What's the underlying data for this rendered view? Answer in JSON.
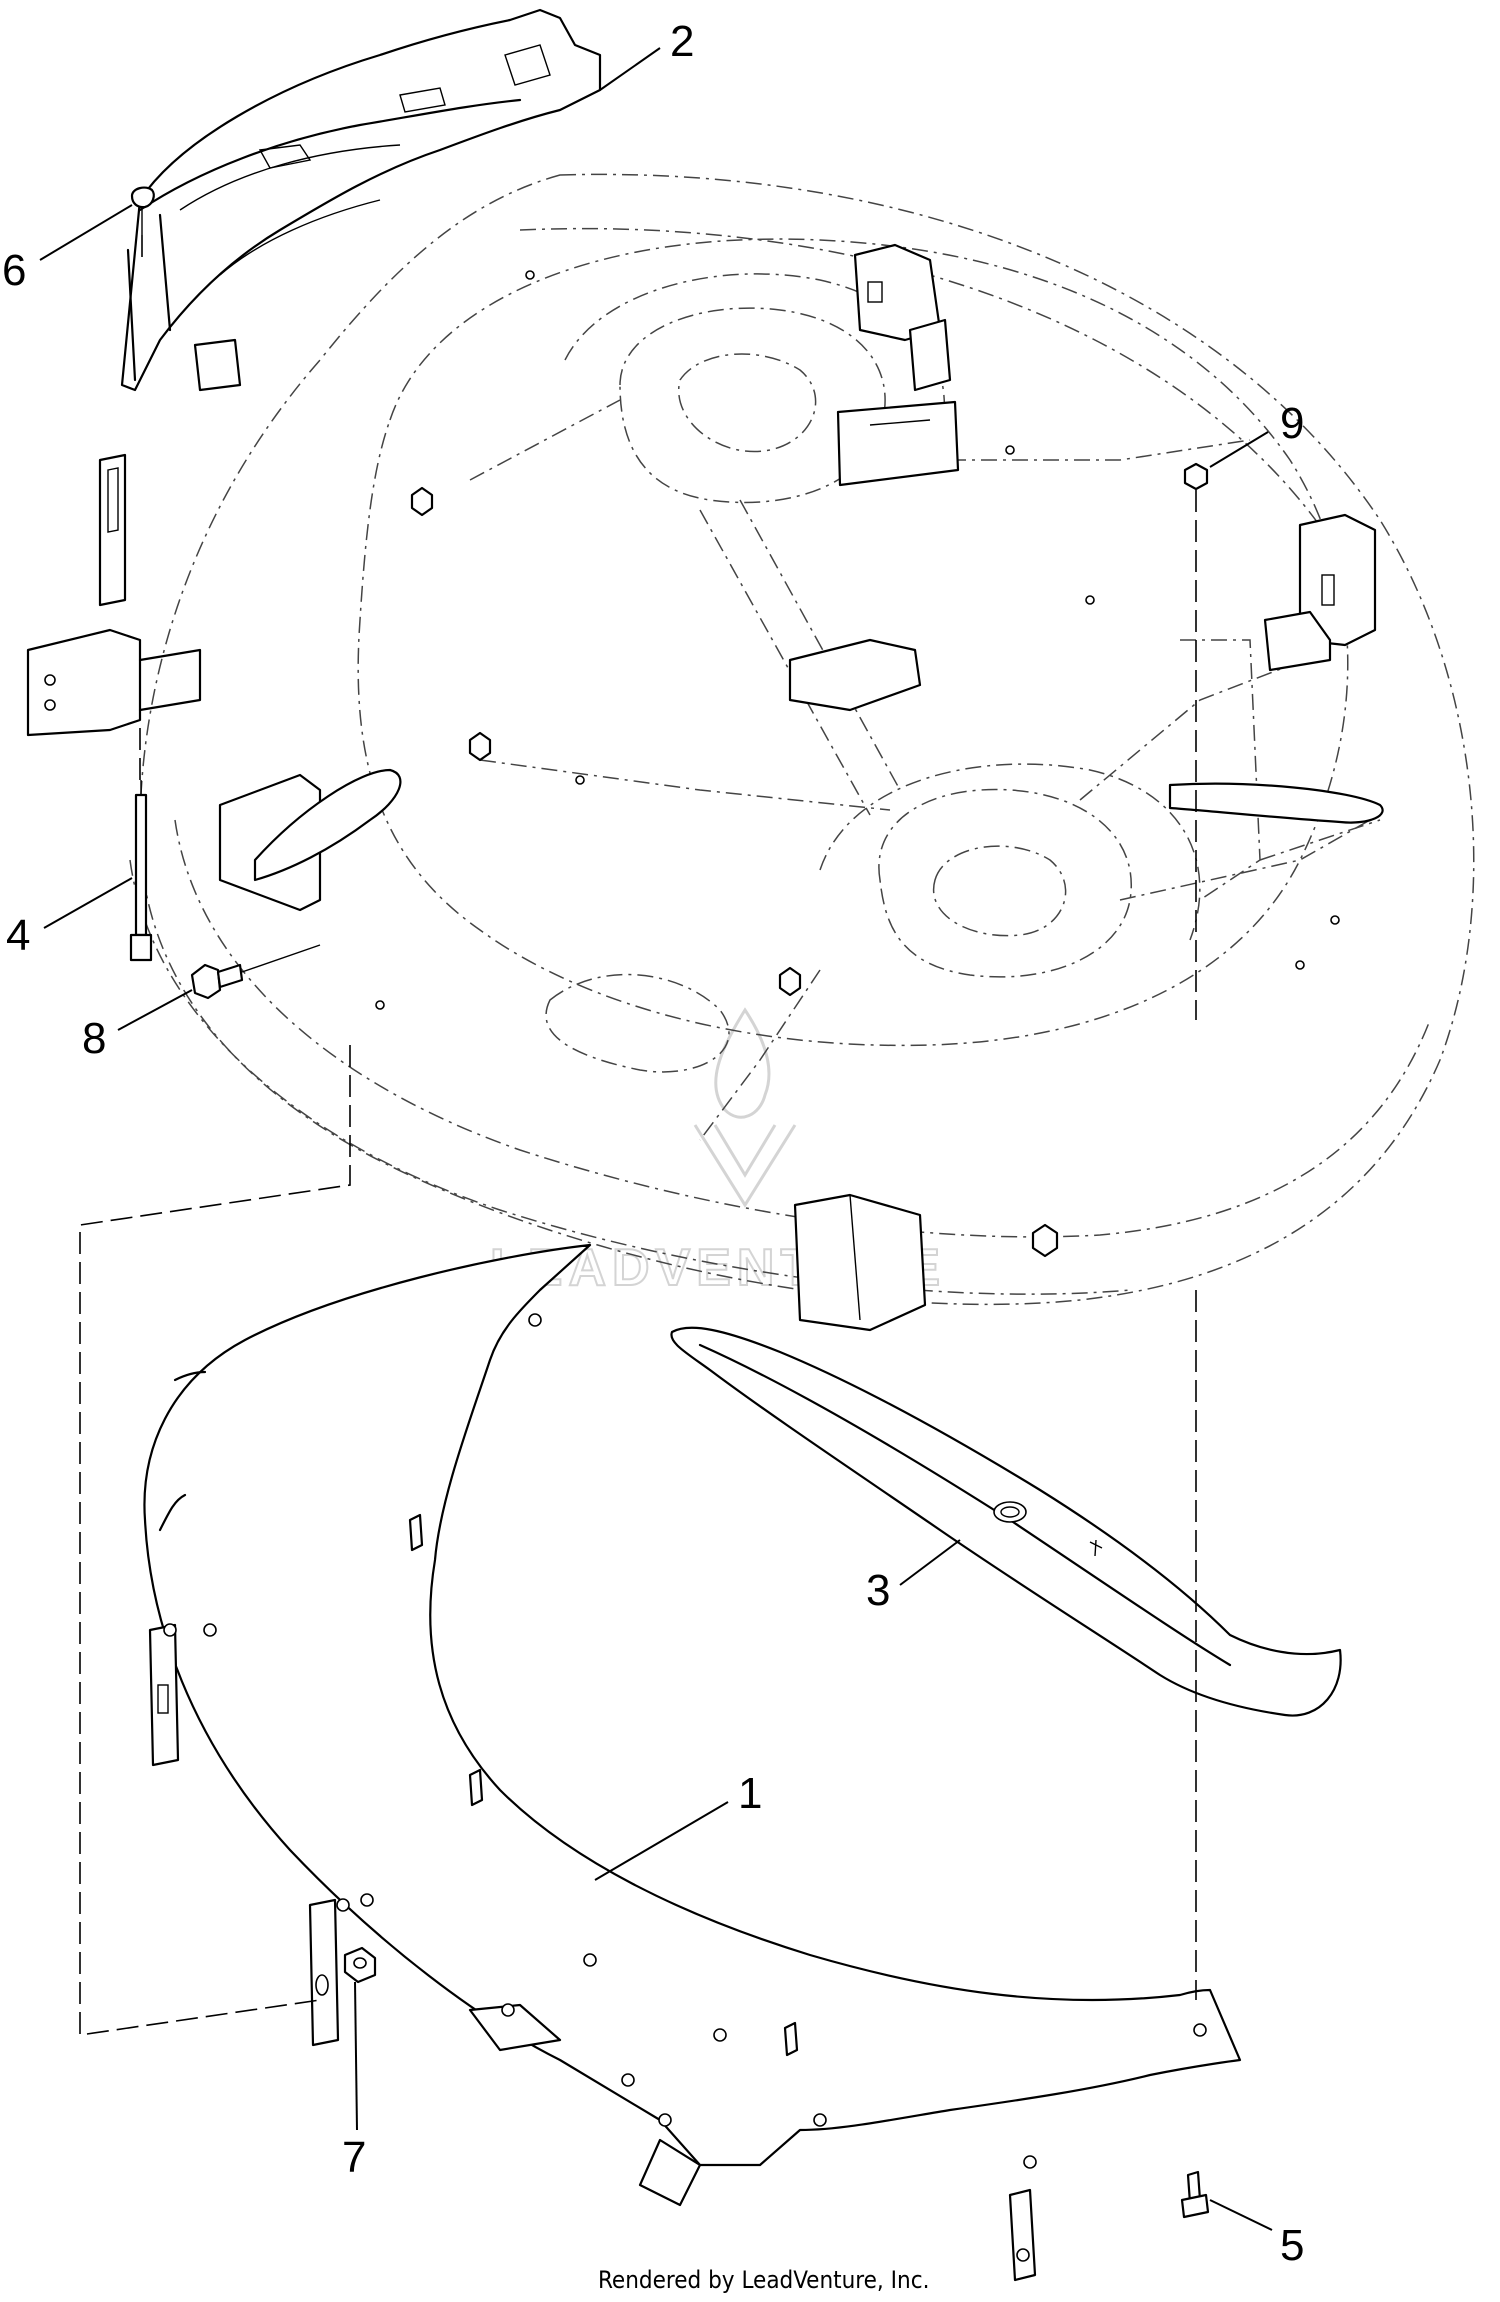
{
  "callouts": [
    "1",
    "2",
    "3",
    "4",
    "5",
    "6",
    "7",
    "8",
    "9"
  ],
  "credit": "Rendered by LeadVenture, Inc.",
  "watermark": "LEADVENTURE"
}
